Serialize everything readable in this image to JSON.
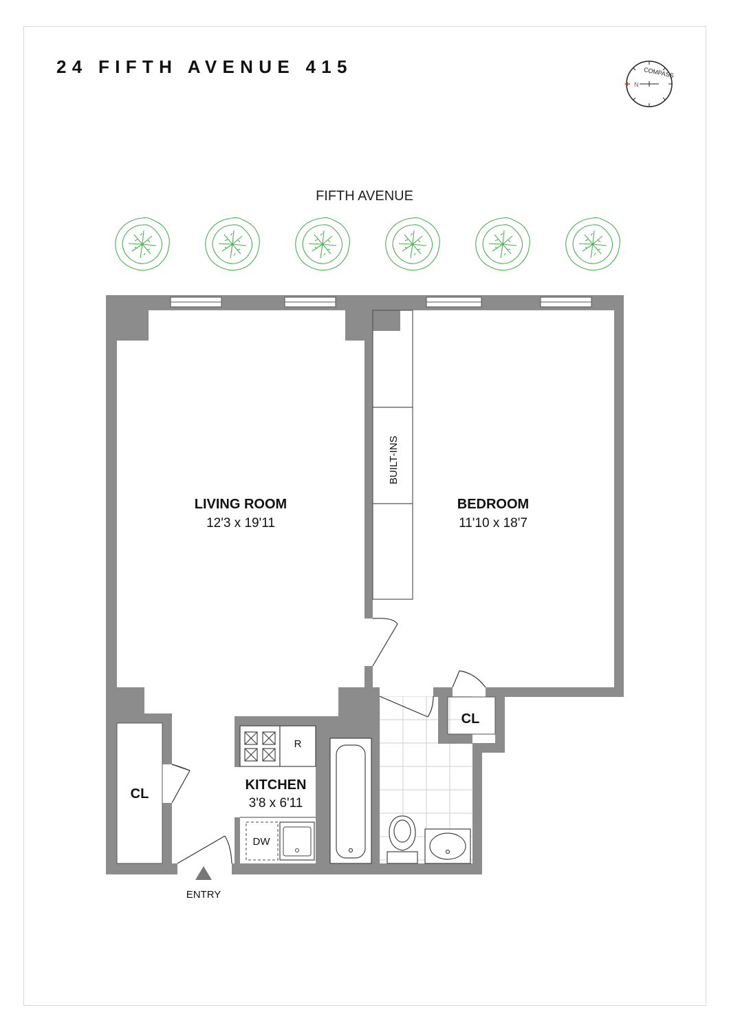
{
  "title": "24 FIFTH AVENUE 415",
  "street": "FIFTH AVENUE",
  "compass_label": "COMPASS",
  "compass_north": "N",
  "rooms": {
    "living": {
      "name": "LIVING ROOM",
      "dims": "12'3 x 19'11"
    },
    "bedroom": {
      "name": "BEDROOM",
      "dims": "11'10 x 18'7"
    },
    "kitchen": {
      "name": "KITCHEN",
      "dims": "3'8 x 6'11"
    },
    "closet_left": {
      "name": "CL"
    },
    "closet_right": {
      "name": "CL"
    }
  },
  "labels": {
    "builtins": "BUILT-INS",
    "refrigerator": "R",
    "dishwasher": "DW",
    "entry": "ENTRY"
  },
  "colors": {
    "wall": "#8c8c8c",
    "tree": "#4caf50",
    "tile": "#cfcfcf"
  }
}
